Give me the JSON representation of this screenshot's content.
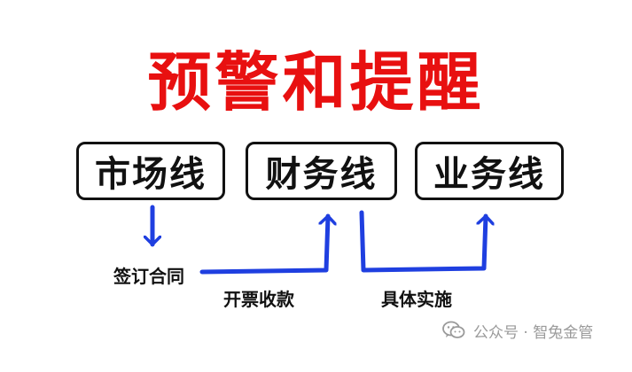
{
  "title": "预警和提醒",
  "colors": {
    "title": "#e81010",
    "arrow": "#1f3fe0",
    "border": "#111111",
    "watermark": "#9a9a9a"
  },
  "nodes": {
    "market": "市场线",
    "finance": "财务线",
    "business": "业务线"
  },
  "edges": {
    "sign": "签订合同",
    "invoice": "开票收款",
    "implement": "具体实施"
  },
  "watermark": {
    "icon": "wechat-icon",
    "text": "公众号 · 智兔金管"
  }
}
